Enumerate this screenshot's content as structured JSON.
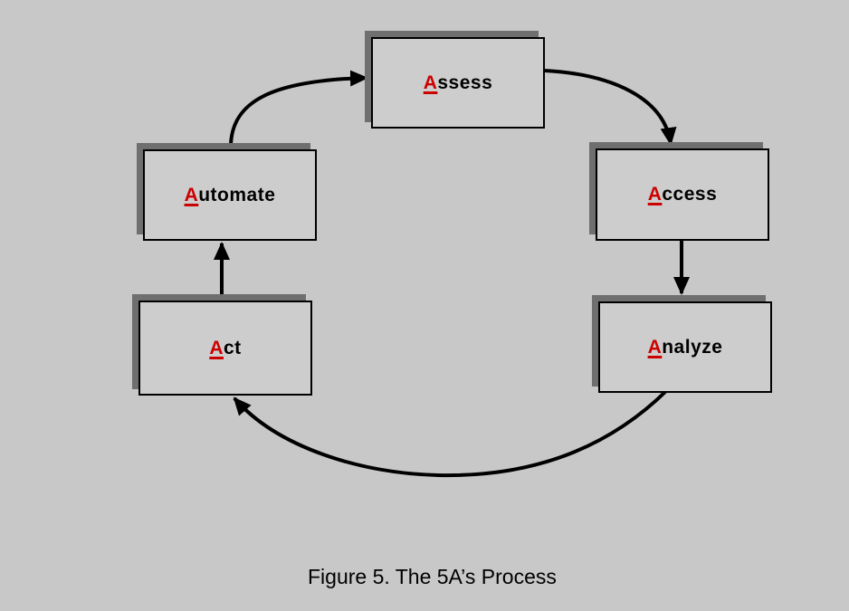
{
  "caption": "Figure 5. The 5A’s Process",
  "colors": {
    "background": "#c8c8c8",
    "box_fill": "#cdcdcd",
    "box_border": "#000000",
    "box_shadow": "#6f6f6f",
    "initial_letter_red": "#cc0000",
    "arrow": "#000000",
    "text": "#000000"
  },
  "nodes": [
    {
      "id": "assess",
      "first_letter": "A",
      "rest": "ssess"
    },
    {
      "id": "access",
      "first_letter": "A",
      "rest": "ccess"
    },
    {
      "id": "analyze",
      "first_letter": "A",
      "rest": "nalyze"
    },
    {
      "id": "act",
      "first_letter": "A",
      "rest": "ct"
    },
    {
      "id": "automate",
      "first_letter": "A",
      "rest": "utomate"
    }
  ],
  "arrows": [
    {
      "from": "automate",
      "to": "assess"
    },
    {
      "from": "assess",
      "to": "access"
    },
    {
      "from": "access",
      "to": "analyze"
    },
    {
      "from": "analyze",
      "to": "act"
    },
    {
      "from": "act",
      "to": "automate"
    }
  ]
}
